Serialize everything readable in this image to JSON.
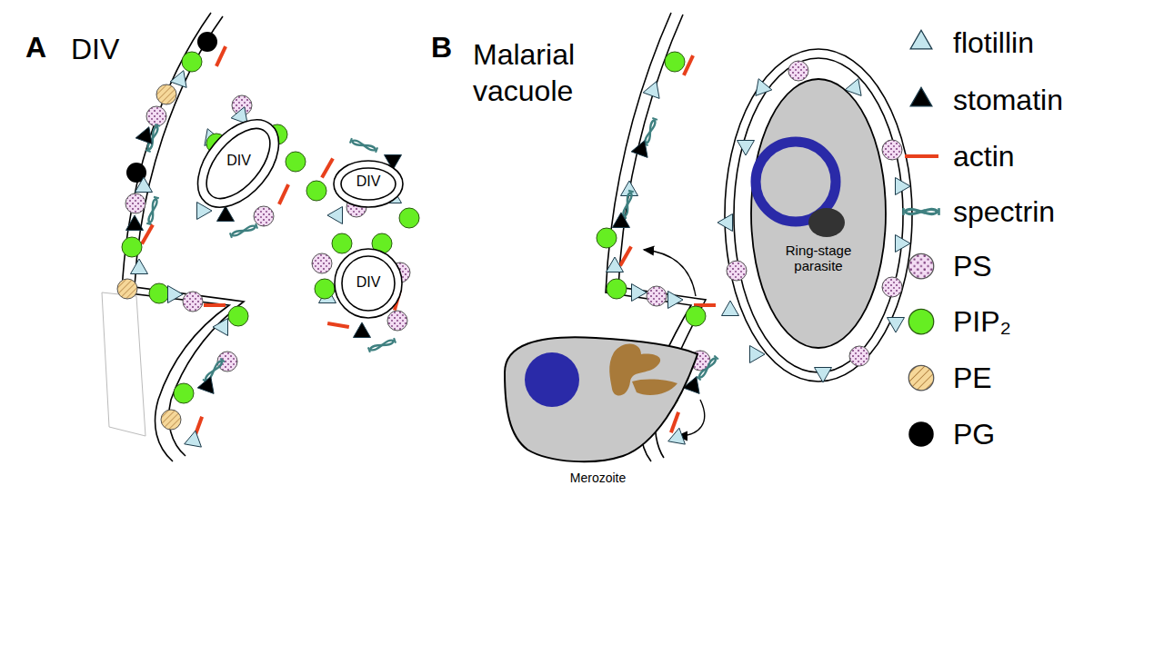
{
  "diagram": {
    "nodes": [
      {
        "text": [
          "DIV"
        ]
      },
      {
        "text": [
          "DIV"
        ]
      },
      {
        "text": [
          "DIV"
        ]
      },
      {
        "text": [
          "Ring-stage parasite"
        ]
      },
      {
        "text": [
          "Merozoite"
        ]
      }
    ],
    "labels": [
      "A",
      "DIV",
      "B",
      "Malarial vacuole"
    ],
    "legend": [
      {
        "text": "flotillin"
      },
      {
        "text": "stomatin"
      },
      {
        "text": "actin"
      },
      {
        "text": "spectrin"
      },
      {
        "text": "PS"
      },
      {
        "text": "PIP₂"
      },
      {
        "text": "PE"
      },
      {
        "text": "PG"
      }
    ]
  }
}
